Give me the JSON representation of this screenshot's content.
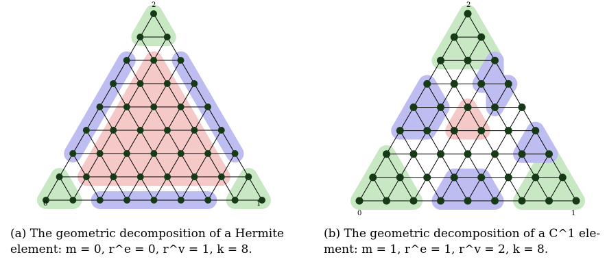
{
  "figures": [
    {
      "id": "a",
      "vertex_labels": [
        "0",
        "1",
        "2"
      ],
      "caption_line1": "(a) The geometric decomposition of a Hermite",
      "caption_line2": "element: m = 0, r^e = 0, r^v = 1, k = 8.",
      "k": 8,
      "r_vertex": 1,
      "r_edge": 0,
      "m": 0
    },
    {
      "id": "b",
      "vertex_labels": [
        "0",
        "1",
        "2"
      ],
      "caption_line1": "(b) The geometric decomposition of a C^1 ele-",
      "caption_line2": "ment: m = 1, r^e = 1, r^v = 2, k = 8.",
      "k": 8,
      "r_vertex": 2,
      "r_edge": 1,
      "m": 1
    }
  ],
  "colors": {
    "vertex_region": "#c8e8c4",
    "edge_region": "#bdbdf2",
    "interior_region": "#f6c9c9",
    "node": "#153a15",
    "line": "#000000"
  }
}
